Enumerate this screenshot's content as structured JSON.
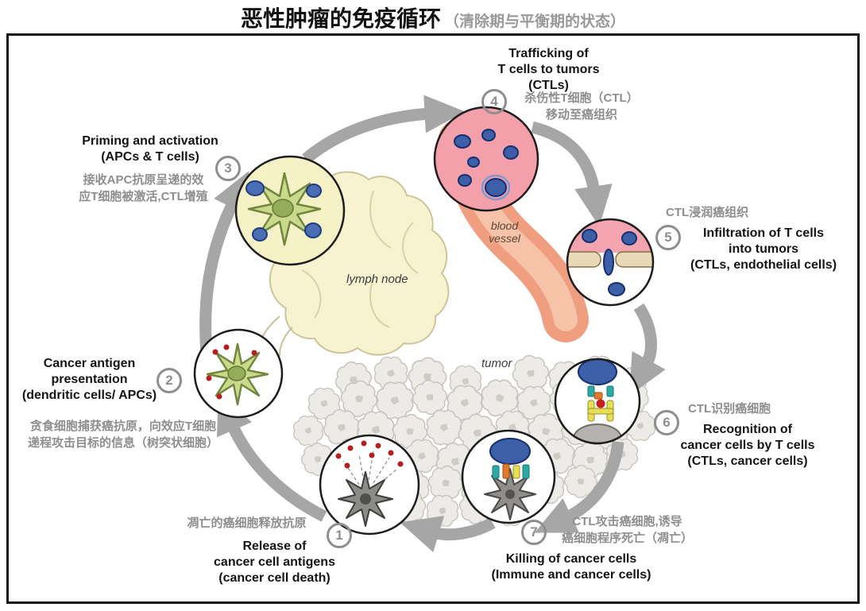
{
  "title": {
    "main": "恶性肿瘤的免疫循环",
    "sub": "（清除期与平衡期的状态）"
  },
  "scene_labels": {
    "lymph_node": "lymph node",
    "blood_vessel": [
      "blood",
      "vessel"
    ],
    "tumor": "tumor"
  },
  "steps": [
    {
      "num": "1",
      "zh_lines": [
        "凋亡的癌细胞释放抗原"
      ],
      "en_lines": [
        "Release of",
        "cancer cell antigens",
        "(cancer cell death)"
      ]
    },
    {
      "num": "2",
      "en_lines": [
        "Cancer antigen",
        "presentation",
        "(dendritic cells/ APCs)"
      ],
      "zh_lines": [
        "贪食细胞捕获癌抗原，向效应T细胞",
        "递程攻击目标的信息（树突状细胞）"
      ]
    },
    {
      "num": "3",
      "en_lines": [
        "Priming and activation",
        "(APCs & T cells)"
      ],
      "zh_lines": [
        "接收APC抗原呈递的效",
        "应T细胞被激活,CTL增殖"
      ]
    },
    {
      "num": "4",
      "en_lines": [
        "Trafficking of",
        "T cells to tumors",
        "(CTLs)"
      ],
      "zh_lines": [
        "杀伤性T细胞（CTL）",
        "移动至癌组织"
      ]
    },
    {
      "num": "5",
      "zh_lines": [
        "CTL浸润癌组织"
      ],
      "en_lines": [
        "Infiltration of T cells",
        "into tumors",
        "(CTLs, endothelial cells)"
      ]
    },
    {
      "num": "6",
      "zh_lines": [
        "CTL识别癌细胞"
      ],
      "en_lines": [
        "Recognition of",
        "cancer cells by T cells",
        "(CTLs, cancer cells)"
      ]
    },
    {
      "num": "7",
      "zh_lines": [
        "CTL攻击癌细胞,诱导",
        "癌细胞程序死亡（凋亡）"
      ],
      "en_lines": [
        "Killing of cancer cells",
        "(Immune and cancer cells)"
      ]
    }
  ],
  "palette": {
    "title_sub_gray": "#999999",
    "annotation_gray": "#8e8e8e",
    "arrow_gray": "#a6a6a6",
    "text_black": "#141414",
    "vessel_pink": "#f09e80",
    "ctl_circle_pink": "#f3a0ab",
    "lymph_yellow": "#f6f2c8",
    "t_cell_blue": "#3c5fa8",
    "dendritic_green": "#cbd98d",
    "antigen_red": "#b51f1f",
    "tumor_gray": "#edebe7"
  }
}
